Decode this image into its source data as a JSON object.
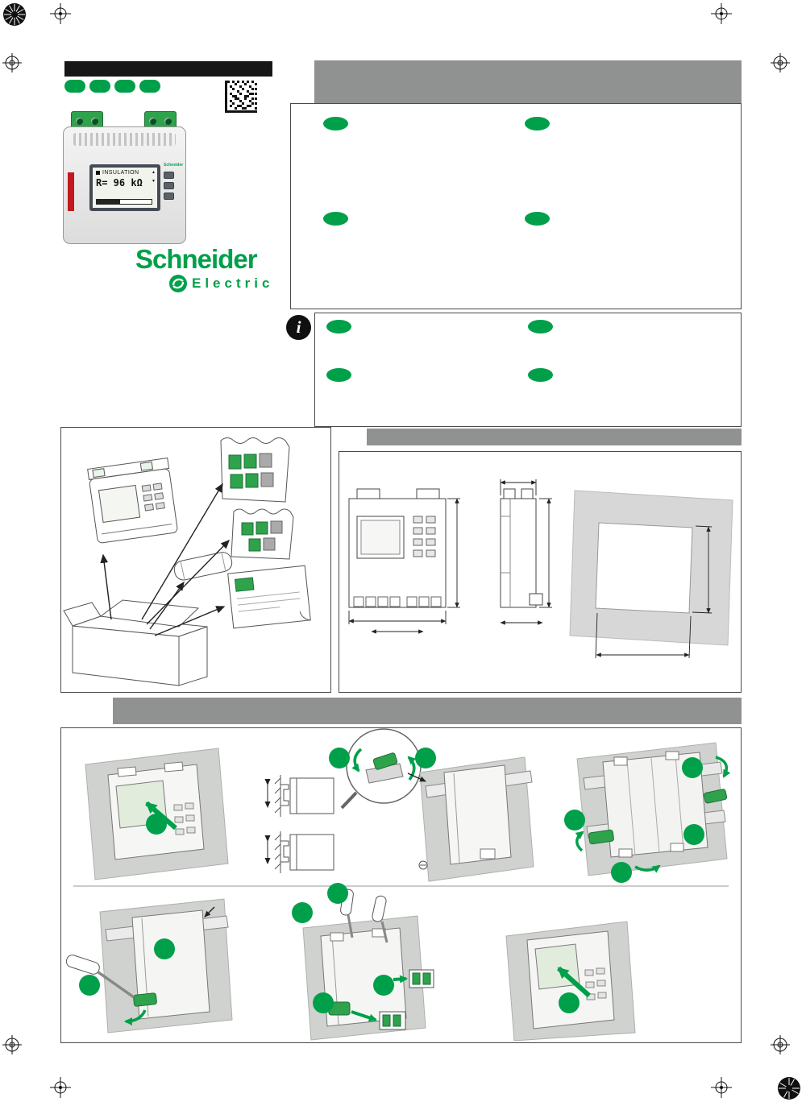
{
  "colors": {
    "accent_green": "#00a04a",
    "header_gray": "#8f9290",
    "title_bar_black": "#171717",
    "panel_gray": "#cfd2ce",
    "red_label": "#c2181f"
  },
  "device_photo": {
    "display_title": "INSULATION",
    "display_value": "R= 96 kΩ",
    "brand": "Schneider"
  },
  "logo": {
    "name": "Schneider",
    "sub": "Electric"
  },
  "info_icon_glyph": "i"
}
